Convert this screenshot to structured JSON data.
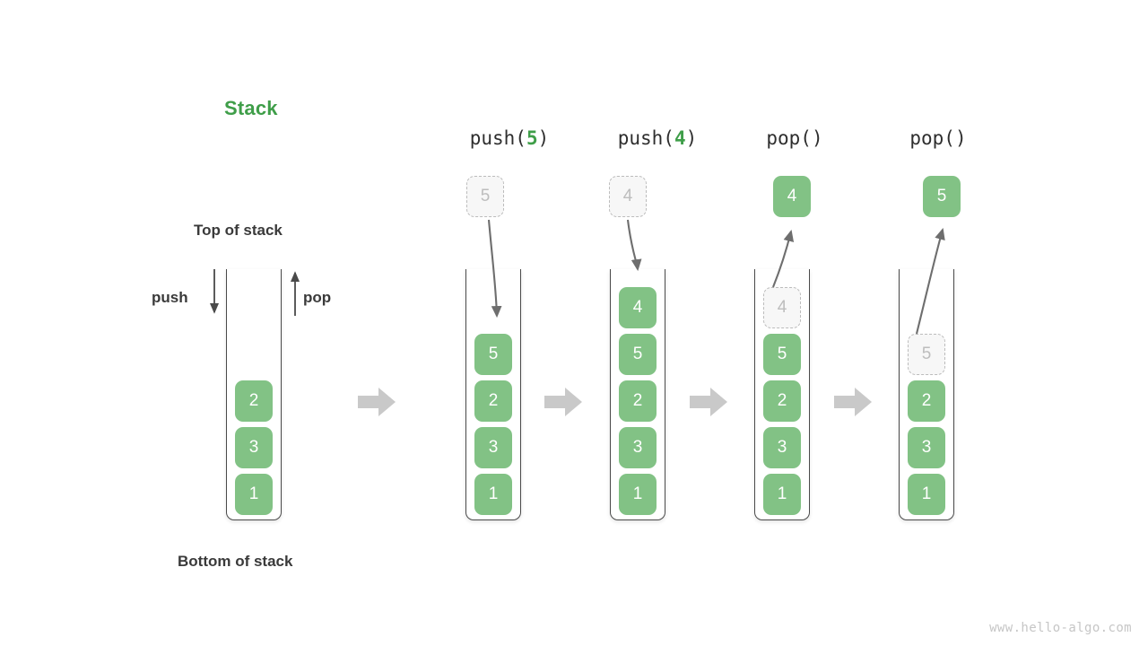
{
  "title": "Stack",
  "theme": {
    "accent_green": "#3f9e49",
    "cell_green": "#82c285",
    "ghost_fill": "#f7f7f7",
    "ghost_border": "#bcbcbc",
    "ghost_text": "#bdbdbd",
    "frame_stroke": "#4a4a4a",
    "block_arrow": "#c9c9c9",
    "motion_arrow": "#6e6e6e",
    "text_dark": "#3a3a3a",
    "background": "#ffffff"
  },
  "annotations": {
    "top_of_stack": "Top of stack",
    "bottom_of_stack": "Bottom of stack",
    "push_label": "push",
    "pop_label": "pop",
    "push_arrow_icon": "arrow-down-icon",
    "pop_arrow_icon": "arrow-up-icon"
  },
  "transition_icon": "block-arrow-right-icon",
  "stages": [
    {
      "id": "initial",
      "label": "",
      "label_prefix": "",
      "label_arg": "",
      "label_suffix": "",
      "cells": [
        "2",
        "3",
        "1"
      ],
      "ghost_top_inside": null,
      "floating": null,
      "motion": "none"
    },
    {
      "id": "push-5",
      "label": "push(5)",
      "label_prefix": "push(",
      "label_arg": "5",
      "label_suffix": ")",
      "cells": [
        "5",
        "2",
        "3",
        "1"
      ],
      "ghost_top_inside": null,
      "floating": {
        "value": "5",
        "style": "ghost"
      },
      "motion": "down"
    },
    {
      "id": "push-4",
      "label": "push(4)",
      "label_prefix": "push(",
      "label_arg": "4",
      "label_suffix": ")",
      "cells": [
        "4",
        "5",
        "2",
        "3",
        "1"
      ],
      "ghost_top_inside": null,
      "floating": {
        "value": "4",
        "style": "ghost"
      },
      "motion": "down"
    },
    {
      "id": "pop-1",
      "label": "pop()",
      "label_prefix": "pop(",
      "label_arg": "",
      "label_suffix": ")",
      "cells": [
        "5",
        "2",
        "3",
        "1"
      ],
      "ghost_top_inside": "4",
      "floating": {
        "value": "4",
        "style": "solid"
      },
      "motion": "up"
    },
    {
      "id": "pop-2",
      "label": "pop()",
      "label_prefix": "pop(",
      "label_arg": "",
      "label_suffix": ")",
      "cells": [
        "2",
        "3",
        "1"
      ],
      "ghost_top_inside": "5",
      "floating": {
        "value": "5",
        "style": "solid"
      },
      "motion": "up"
    }
  ],
  "watermark": "www.hello-algo.com"
}
